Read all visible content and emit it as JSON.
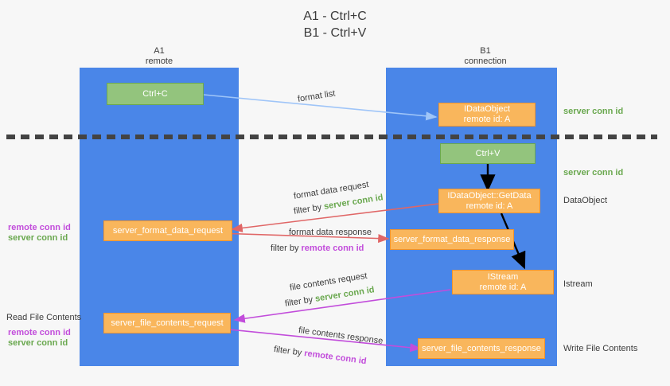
{
  "title": "A1 - Ctrl+C\nB1 - Ctrl+V",
  "columns": [
    {
      "name": "A1",
      "role": "remote"
    },
    {
      "name": "B1",
      "role": "connection"
    }
  ],
  "boxes": {
    "ctrl_c": {
      "line1": "Ctrl+C",
      "color": "#93c47d"
    },
    "ctrl_v": {
      "line1": "Ctrl+V",
      "color": "#93c47d"
    },
    "idataobject": {
      "line1": "IDataObject",
      "line2": "remote id: A",
      "color": "#f9b65c"
    },
    "getdata": {
      "line1": "IDataObject::GetData",
      "line2": "remote id: A",
      "color": "#f9b65c"
    },
    "istream": {
      "line1": "IStream",
      "line2": "remote id: A",
      "color": "#f9b65c"
    },
    "format_data_request": {
      "line1": "server_format_data_request",
      "color": "#f9b65c"
    },
    "format_data_response": {
      "line1": "server_format_data_response",
      "color": "#f9b65c"
    },
    "file_contents_request": {
      "line1": "server_file_contents_request",
      "color": "#f9b65c"
    },
    "file_contents_response": {
      "line1": "server_file_contents_response",
      "color": "#f9b65c"
    }
  },
  "arrow_labels": {
    "format_list": "format list",
    "format_data_request": "format data request",
    "format_data_request_filter_prefix": "filter by ",
    "format_data_request_filter_key": "server conn id",
    "format_data_response": "format data response",
    "format_data_response_filter_prefix": "filter by ",
    "format_data_response_filter_key": "remote conn id",
    "file_contents_request": "file contents request",
    "file_contents_request_filter_prefix": "filter by ",
    "file_contents_request_filter_key": "server conn id",
    "file_contents_response": "file contents response",
    "file_contents_response_filter_prefix": "filter by ",
    "file_contents_response_filter_key": "remote conn id"
  },
  "annotations": {
    "right_server_conn_id_top": "server conn id",
    "right_server_conn_id_mid": "server conn id",
    "right_dataobject": "DataObject",
    "right_istream": "Istream",
    "right_write_file_contents": "Write File Contents",
    "left_read_file_contents": "Read File Contents",
    "left_remote_conn_id_1": "remote conn id",
    "left_server_conn_id_1": "server conn id",
    "left_remote_conn_id_2": "remote conn id",
    "left_server_conn_id_2": "server conn id"
  },
  "colors": {
    "lane": "#4a86e8",
    "green": "#93c47d",
    "orange": "#f9b65c",
    "green_text": "#6aa84f",
    "magenta_text": "#c24ddb",
    "dashed_divider": "#434343",
    "arrow_blue": "#9fc5f8",
    "arrow_red": "#e06666",
    "arrow_magenta": "#c24ddb",
    "arrow_black": "#000000",
    "background": "#f7f7f7"
  }
}
